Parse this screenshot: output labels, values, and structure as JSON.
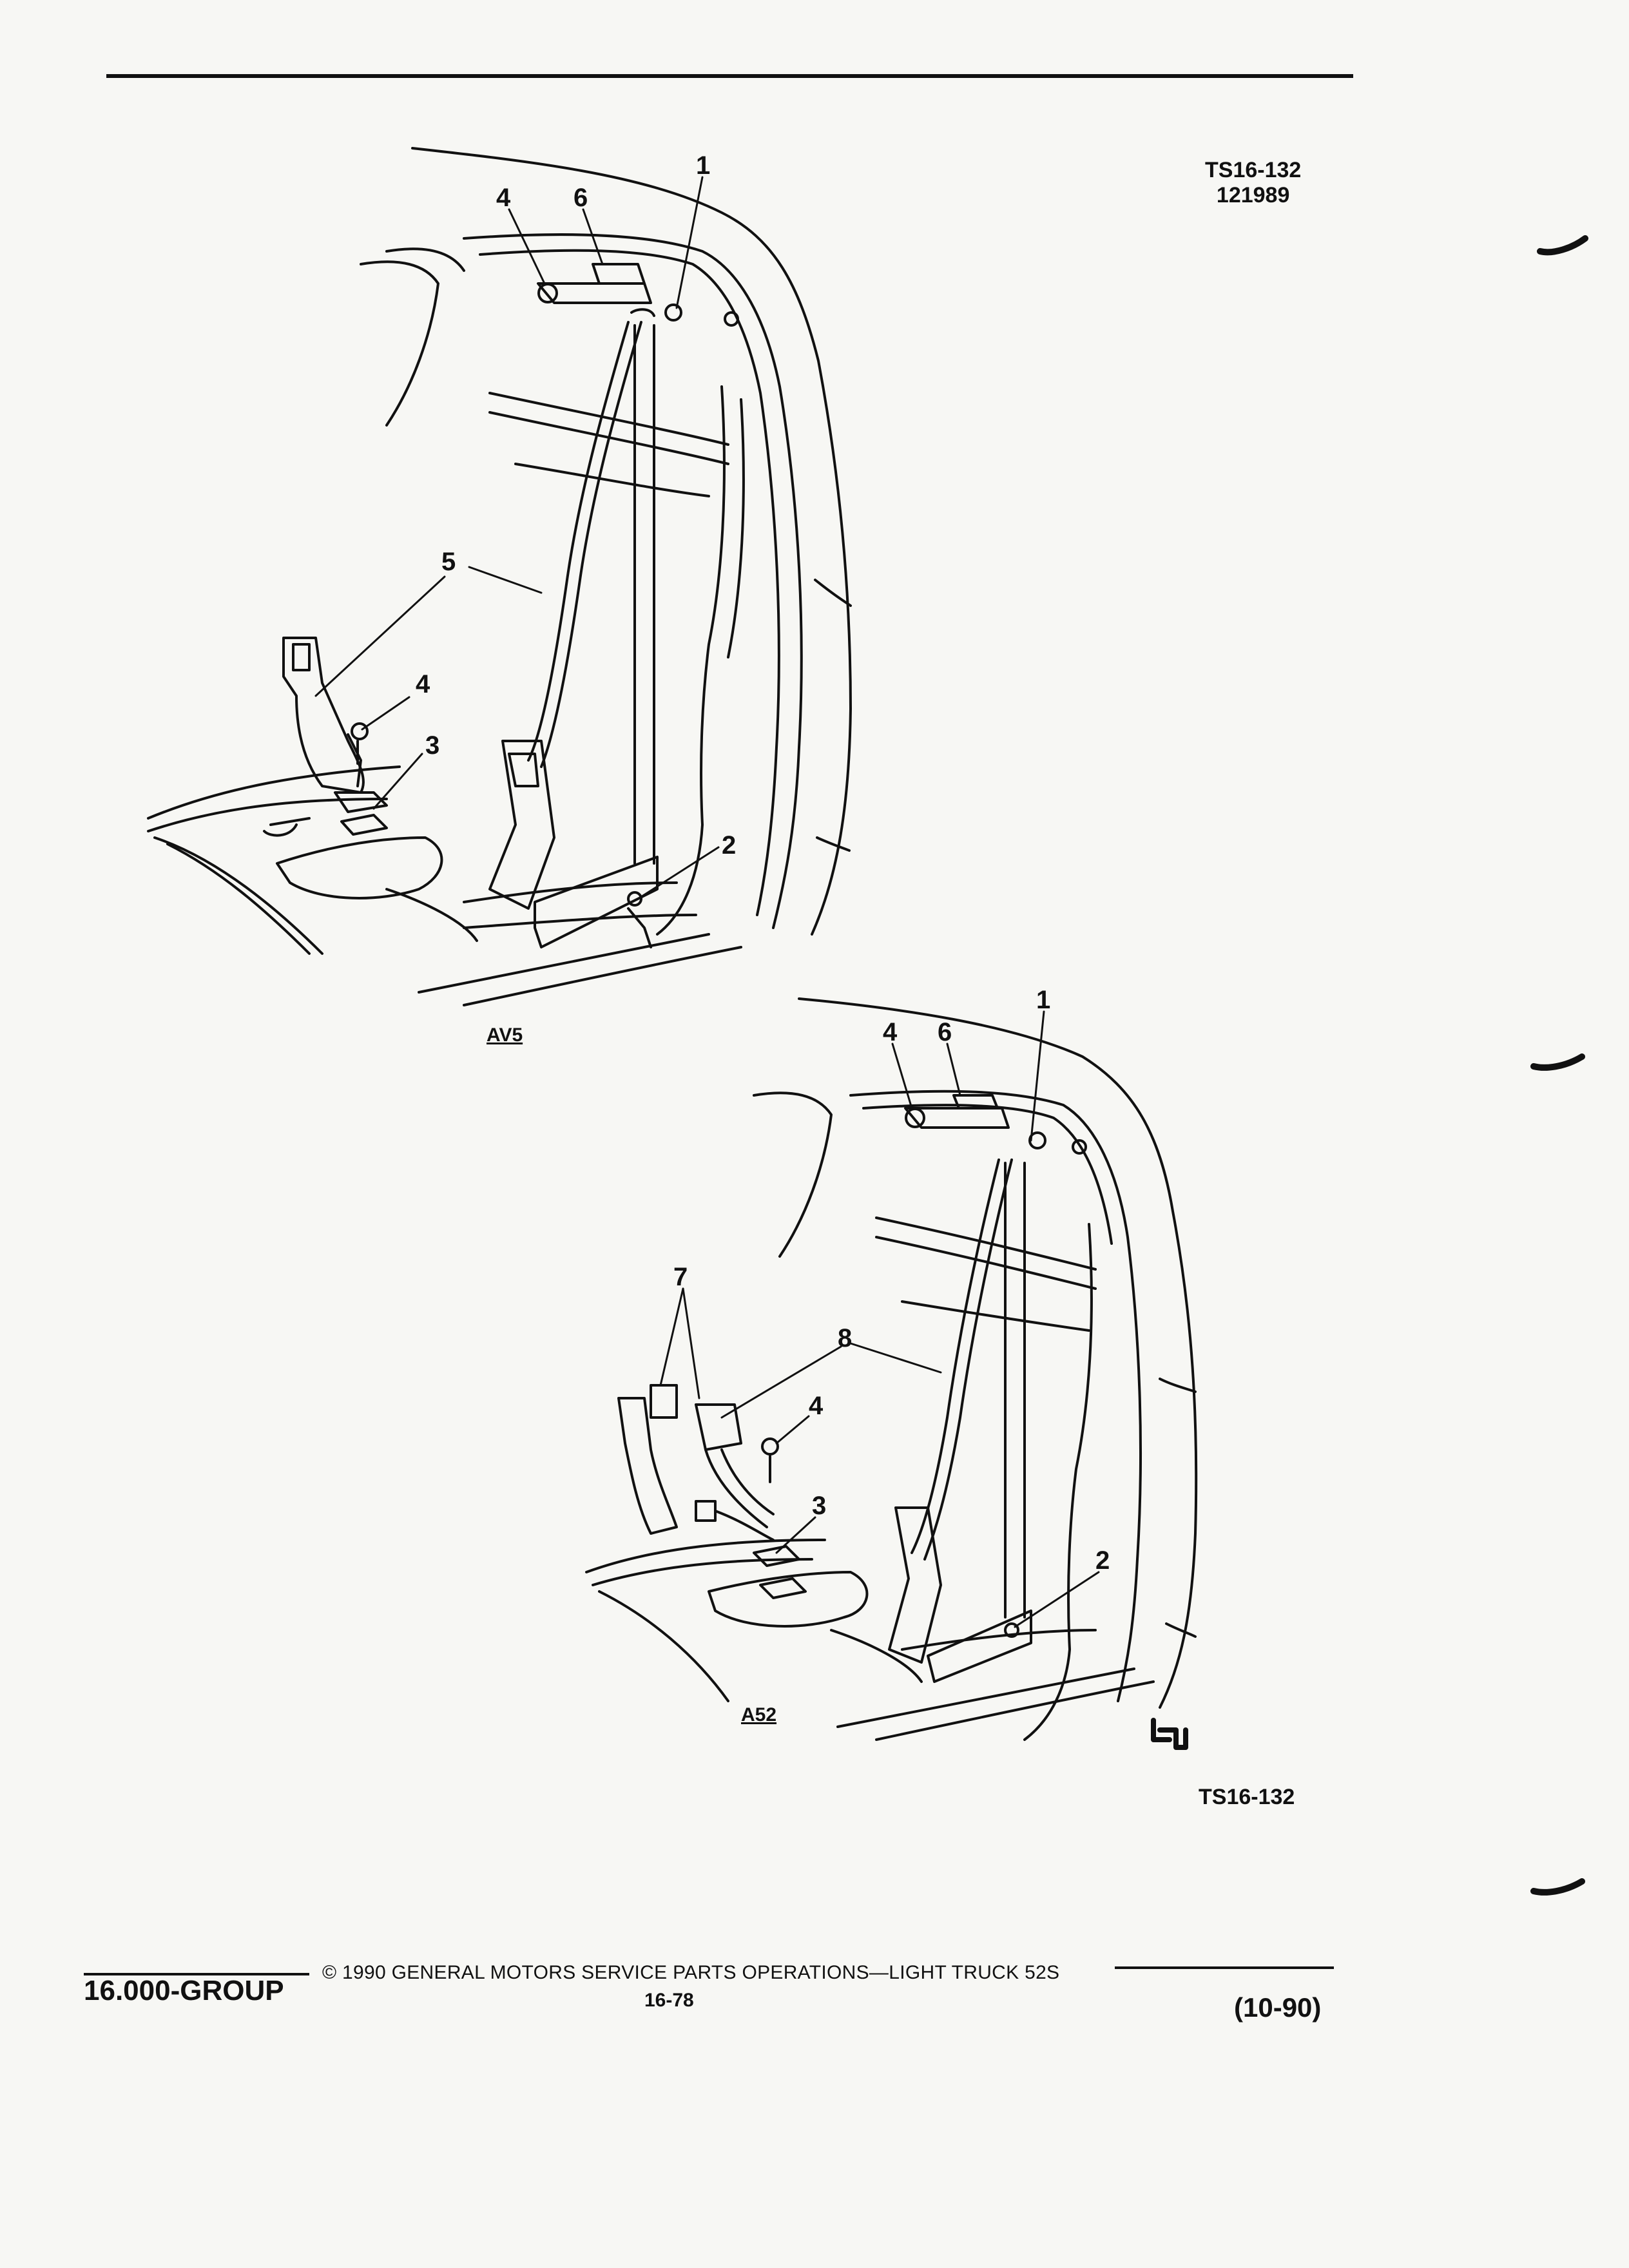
{
  "header": {
    "figure_code": "TS16-132",
    "figure_date": "121989"
  },
  "upper_figure": {
    "variant_label": "AV5",
    "callouts": [
      "1",
      "2",
      "3",
      "4",
      "4",
      "5",
      "6"
    ]
  },
  "lower_figure": {
    "variant_label": "A52",
    "callouts": [
      "1",
      "2",
      "3",
      "4",
      "4",
      "6",
      "7",
      "8"
    ]
  },
  "bottom_code": "TS16-132",
  "footer": {
    "group": "16.000-GROUP",
    "copyright": "© 1990 GENERAL MOTORS SERVICE PARTS OPERATIONS—LIGHT TRUCK 52S",
    "page": "16-78",
    "revision": "(10-90)"
  }
}
